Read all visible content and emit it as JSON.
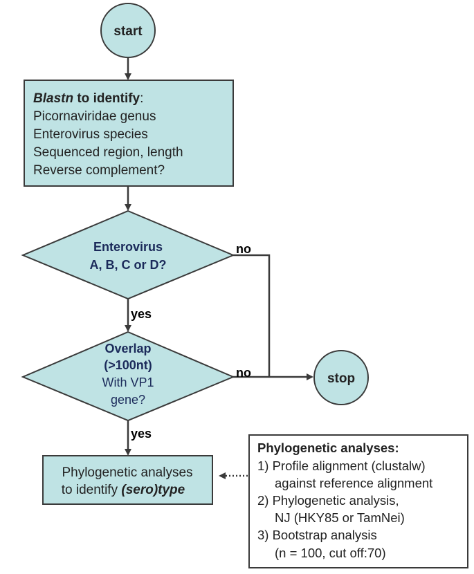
{
  "nodes": {
    "start": {
      "label": "start"
    },
    "blastn": {
      "title_italic": "Blastn",
      "title_bold": " to identify",
      "title_colon": ":",
      "lines": [
        "Picornaviridae genus",
        "Enterovirus species",
        "Sequenced region, length",
        "Reverse complement?"
      ]
    },
    "decision_enterovirus": {
      "line1": "Enterovirus",
      "line2": "A, B, C or D?"
    },
    "decision_overlap": {
      "line1": "Overlap",
      "line2": "(>100nt)",
      "line3": "With VP1",
      "line4": "gene?"
    },
    "phylo_box": {
      "line1": "Phylogenetic analyses",
      "line2_plain": "to identify ",
      "line2_italic": "(sero)type"
    },
    "stop": {
      "label": "stop"
    }
  },
  "edge_labels": {
    "no_1": "no",
    "yes_1": "yes",
    "no_2": "no",
    "yes_2": "yes"
  },
  "note": {
    "title": "Phylogenetic analyses:",
    "lines": [
      "1) Profile alignment (clustalw)",
      "against reference alignment",
      "2) Phylogenetic analysis,",
      "NJ (HKY85 or TamNei)",
      "3) Bootstrap analysis",
      "(n = 100, cut off:70)"
    ]
  },
  "colors": {
    "node_fill": "#bfe3e4",
    "stroke": "#3a3a3a",
    "decision_text": "#1b2a5a"
  }
}
